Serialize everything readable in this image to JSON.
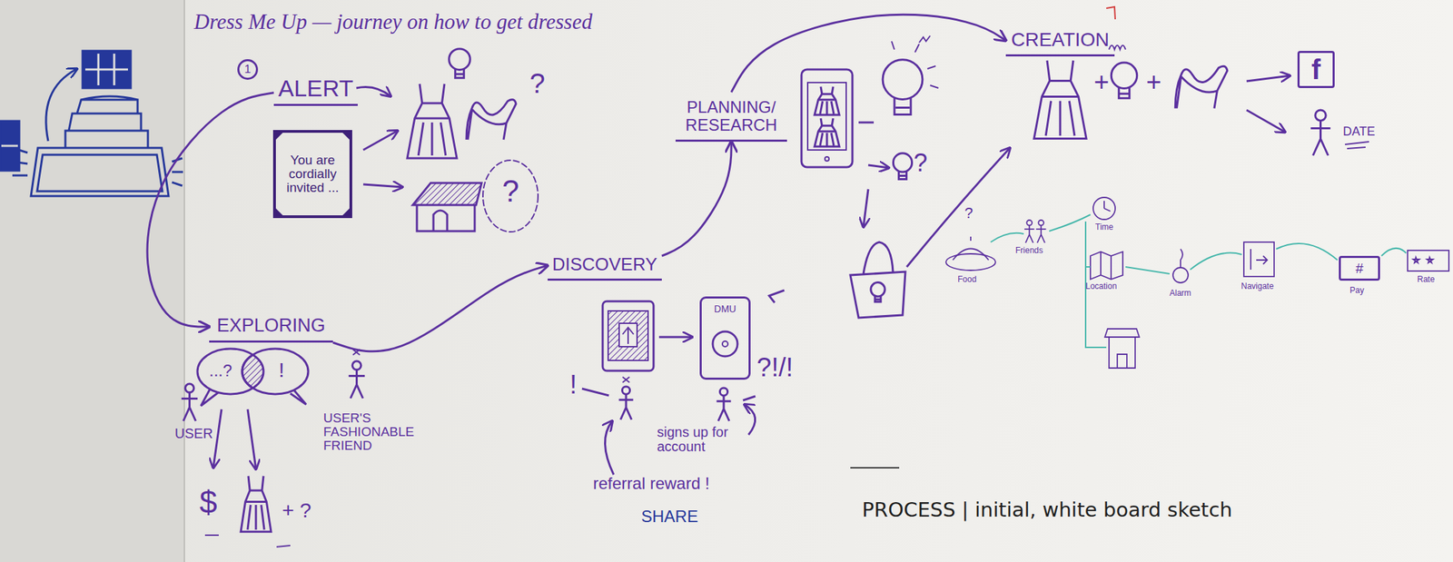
{
  "diagram": {
    "title": "Dress Me Up — journey on how to get dressed",
    "caption": "PROCESS | initial, white board sketch",
    "nodes": [
      {
        "text": [
          "1"
        ]
      },
      {
        "text": [
          "ALERT"
        ]
      },
      {
        "text": [
          "You are cordially invited ..."
        ]
      },
      {
        "text": [
          "EXPLORING"
        ]
      },
      {
        "text": [
          "DISCOVERY"
        ]
      },
      {
        "text": [
          "DMU"
        ]
      },
      {
        "text": [
          "PLANNING/ RESEARCH"
        ]
      },
      {
        "text": [
          "CREATION"
        ]
      },
      {
        "text": [
          "f"
        ]
      },
      {
        "text": [
          "#"
        ]
      }
    ],
    "edges": [
      {
        "from": 1,
        "to": 3,
        "arrow": "to"
      },
      {
        "from": 3,
        "to": 4,
        "arrow": "to"
      },
      {
        "from": 4,
        "to": 6,
        "arrow": "to"
      },
      {
        "from": 6,
        "to": 7,
        "arrow": "to"
      }
    ],
    "labels": [
      "?",
      "?",
      "...?",
      "!",
      "USER",
      "USER'S FASHIONABLE FRIEND",
      "$",
      "+ ?",
      "!",
      "?!/!",
      "signs up for account",
      "referral reward !",
      "SHARE",
      "?",
      "+",
      "+",
      "DATE",
      "?",
      "Food",
      "Friends",
      "Time",
      "Location",
      "Alarm",
      "Navigate",
      "Pay",
      "Rate"
    ]
  }
}
